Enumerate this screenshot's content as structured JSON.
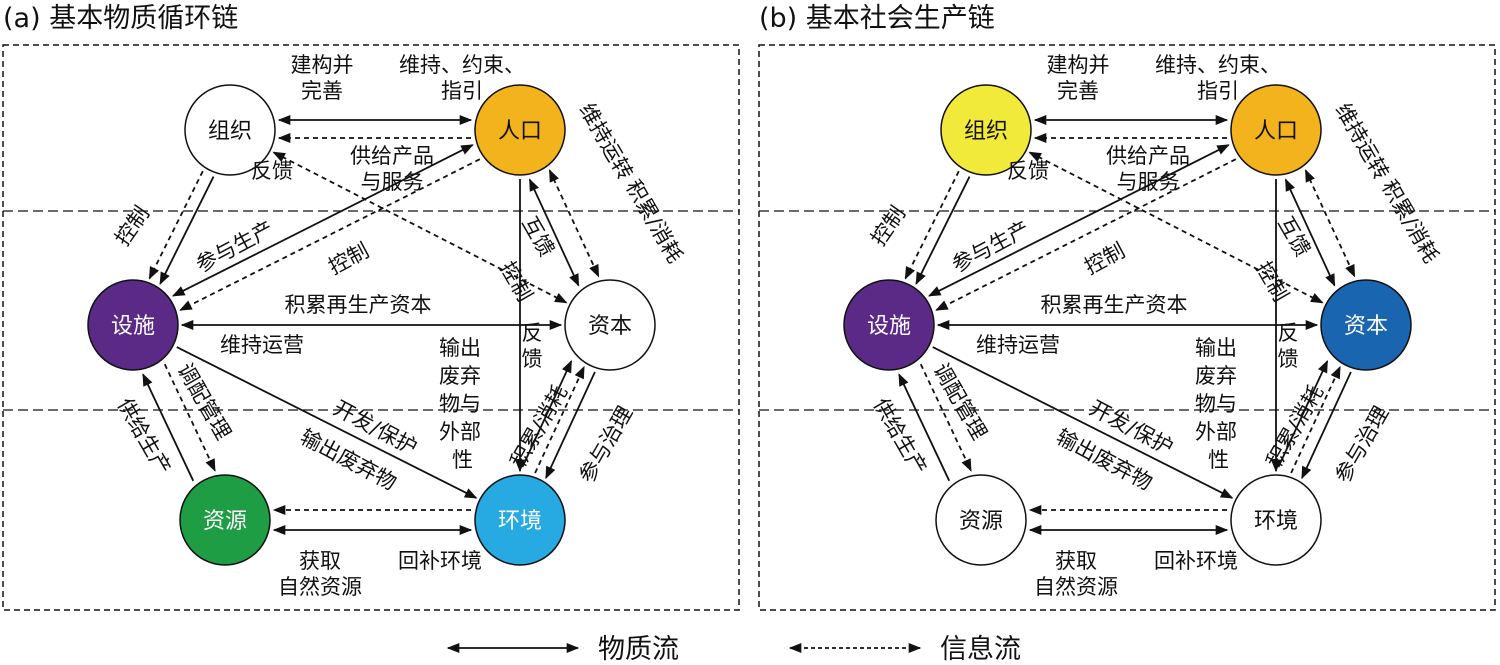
{
  "panels": [
    {
      "id": "a",
      "title": "(a) 基本物质循环链",
      "nodes": {
        "org": {
          "label": "组织",
          "color": "#ffffff"
        },
        "pop": {
          "label": "人口",
          "color": "#f3b31d"
        },
        "fac": {
          "label": "设施",
          "color": "#5b2a86"
        },
        "cap": {
          "label": "资本",
          "color": "#ffffff"
        },
        "res": {
          "label": "资源",
          "color": "#1e9d44"
        },
        "env": {
          "label": "环境",
          "color": "#27aae1"
        }
      },
      "edge_labels": {
        "build": [
          "建构并",
          "完善"
        ],
        "maintain": [
          "维持、约束、",
          "指引"
        ],
        "feedback1": "反馈",
        "supply": [
          "供给产品",
          "与服务"
        ],
        "control1": "控制",
        "participate": "参与生产",
        "control2": "控制",
        "interact": "互馈",
        "control3": "控制",
        "maint_op": "维持运转",
        "accum_cons": "积累/消耗",
        "accum_repro": "积累再生产资本",
        "maint_run": "维持运营",
        "output": [
          "输",
          "出",
          "废",
          "弃",
          "物",
          "与",
          "外",
          "部",
          "性"
        ],
        "feedback2": [
          "反",
          "馈"
        ],
        "accum2": "积累/消耗",
        "part_gov": "参与治理",
        "dispatch": "调配管理",
        "supply_prod": "供给生产",
        "develop": "开发/保护",
        "output_waste": "输出废弃物",
        "obtain": [
          "获取",
          "自然资源"
        ],
        "replenish": "回补环境"
      }
    },
    {
      "id": "b",
      "title": "(b) 基本社会生产链",
      "nodes": {
        "org": {
          "label": "组织",
          "color": "#f2ea3a"
        },
        "pop": {
          "label": "人口",
          "color": "#f3b31d"
        },
        "fac": {
          "label": "设施",
          "color": "#5b2a86"
        },
        "cap": {
          "label": "资本",
          "color": "#1a65b0"
        },
        "res": {
          "label": "资源",
          "color": "#ffffff"
        },
        "env": {
          "label": "环境",
          "color": "#ffffff"
        }
      },
      "edge_labels": {
        "build": [
          "建构并",
          "完善"
        ],
        "maintain": [
          "维持、约束、",
          "指引"
        ],
        "feedback1": "反馈",
        "supply": [
          "供给产品",
          "与服务"
        ],
        "control1": "控制",
        "participate": "参与生产",
        "control2": "控制",
        "interact": "互馈",
        "control3": "控制",
        "maint_op": "维持运转",
        "accum_cons": "积累/消耗",
        "accum_repro": "积累再生产资本",
        "maint_run": "维持运营",
        "output": [
          "输",
          "出",
          "废",
          "弃",
          "物",
          "与",
          "外",
          "部",
          "性"
        ],
        "feedback2": [
          "反",
          "馈"
        ],
        "accum2": "积累/消耗",
        "part_gov": "参与治理",
        "dispatch": "调配管理",
        "supply_prod": "供给生产",
        "develop": "开发/保护",
        "output_waste": "输出废弃物",
        "obtain": [
          "获取",
          "自然资源"
        ],
        "replenish": "回补环境"
      }
    }
  ],
  "legend": {
    "material": "物质流",
    "info": "信息流"
  }
}
